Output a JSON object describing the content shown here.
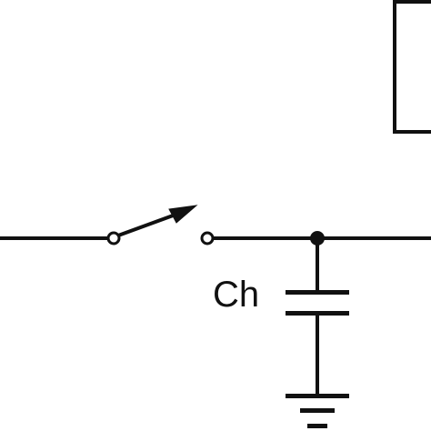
{
  "diagram": {
    "capacitor_label": "Ch",
    "colors": {
      "line": "#111111",
      "background": "#ffffff"
    },
    "components": [
      "wire",
      "switch",
      "junction-node",
      "capacitor",
      "ground",
      "block"
    ]
  }
}
